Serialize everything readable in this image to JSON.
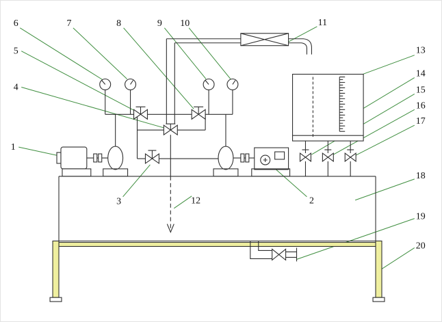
{
  "diagram": {
    "kind": "engineering-schematic",
    "subject": "Pump and reservoir piping test rig with numbered callouts",
    "callouts": [
      {
        "n": "1",
        "points_to": "left-motor"
      },
      {
        "n": "2",
        "points_to": "right-motor"
      },
      {
        "n": "3",
        "points_to": "lower-valve"
      },
      {
        "n": "4",
        "points_to": "center-valve"
      },
      {
        "n": "5",
        "points_to": "left-header-valve"
      },
      {
        "n": "6",
        "points_to": "pressure-gauge-1"
      },
      {
        "n": "7",
        "points_to": "pressure-gauge-2"
      },
      {
        "n": "8",
        "points_to": "right-header-valve"
      },
      {
        "n": "9",
        "points_to": "pressure-gauge-3"
      },
      {
        "n": "10",
        "points_to": "pressure-gauge-4"
      },
      {
        "n": "11",
        "points_to": "flow-indicator"
      },
      {
        "n": "12",
        "points_to": "suction-line"
      },
      {
        "n": "13",
        "points_to": "level-scale"
      },
      {
        "n": "14",
        "points_to": "measuring-tank-outlet"
      },
      {
        "n": "15",
        "points_to": "tank-valve-1"
      },
      {
        "n": "16",
        "points_to": "tank-valve-2"
      },
      {
        "n": "17",
        "points_to": "tank-valve-3"
      },
      {
        "n": "18",
        "points_to": "reservoir"
      },
      {
        "n": "19",
        "points_to": "drain-valve"
      },
      {
        "n": "20",
        "points_to": "support-leg"
      }
    ]
  },
  "colors": {
    "line": "#2f2f2f",
    "leader": "#3f8e3f",
    "accent_yellow": "#efef9f",
    "background": "#ffffff"
  }
}
